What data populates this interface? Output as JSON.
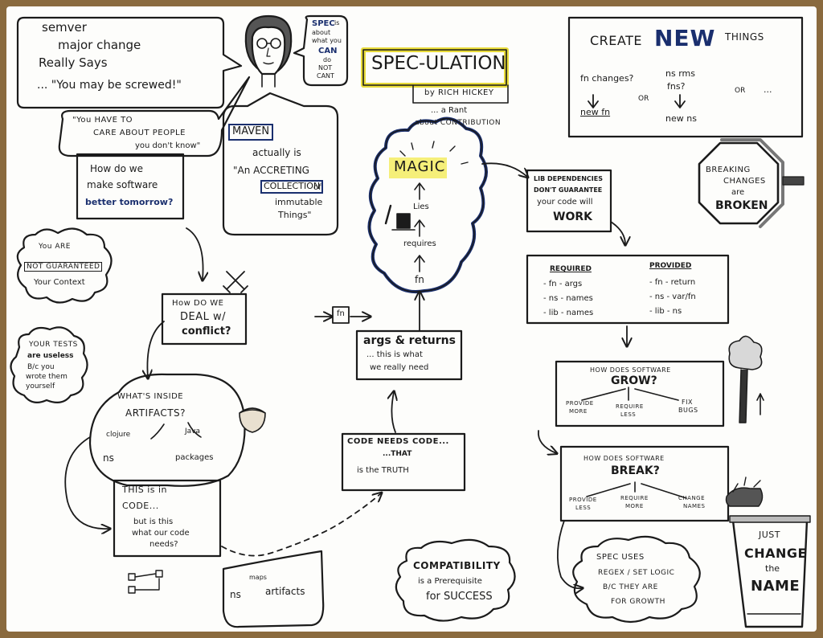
{
  "semver": {
    "l1": "semver",
    "l2": "major change",
    "l3": "Really Says",
    "l4": "... \"You may be screwed!\""
  },
  "spec_bubble": {
    "l1": "SPEC",
    "l2": "is",
    "l3": "about",
    "l4": "what you",
    "l5": "CAN",
    "l6": "do",
    "l7": "NOT",
    "l8": "CANT"
  },
  "people_quote": {
    "l1": "\"You HAVE TO",
    "l2": "CARE ABOUT PEOPLE",
    "l3": "you don't know\""
  },
  "title_box": {
    "title": "SPEC-ULATION",
    "byline": "by RICH HICKEY",
    "sub1": "... a Rant",
    "sub2": "about CONTRIBUTION"
  },
  "create_new": {
    "title_a": "CREATE",
    "title_b": "NEW",
    "title_c": "THINGS",
    "c1a": "fn changes?",
    "c1b": "new fn",
    "or1": "OR",
    "c2a": "ns rms",
    "c2b": "fns?",
    "c2c": "new ns",
    "or2": "OR",
    "dots": "..."
  },
  "better_tomorrow": {
    "l1": "How do we",
    "l2": "make software",
    "l3": "better tomorrow?"
  },
  "maven": {
    "label": "MAVEN",
    "l1": "actually is",
    "l2": "\"An ACCRETING",
    "l3": "COLLECTION",
    "l4": "of",
    "l5": "immutable",
    "l6": "Things\""
  },
  "magic_cloud": {
    "magic": "MAGIC",
    "lies": "Lies",
    "requires": "requires",
    "fn": "fn"
  },
  "lib_deps": {
    "l1": "LIB DEPENDENCIES",
    "l2": "DON'T GUARANTEE",
    "l3": "your code will",
    "l4": "WORK"
  },
  "breaking": {
    "l1": "BREAKING",
    "l2": "CHANGES",
    "l3": "are",
    "l4": "BROKEN"
  },
  "not_guaranteed": {
    "l1": "You ARE",
    "l2": "NOT GUARANTEED",
    "l3": "Your Context"
  },
  "tests": {
    "l1": "YOUR TESTS",
    "l2": "are useless",
    "l3": "B/c you",
    "l4": "wrote them",
    "l5": "yourself"
  },
  "conflict": {
    "l1": "How DO WE",
    "l2": "DEAL w/",
    "l3": "conflict?"
  },
  "fn_box": {
    "label": "fn"
  },
  "args": {
    "l1": "args & returns",
    "l2": "... this is what",
    "l3": "we really need"
  },
  "req_prov": {
    "req_head": "REQUIRED",
    "prov_head": "PROVIDED",
    "r1": "- fn - args",
    "r2": "- ns - names",
    "r3": "- lib - names",
    "p1": "- fn - return",
    "p2": "- ns - var/fn",
    "p3": "- lib - ns"
  },
  "grow": {
    "l1": "HOW DOES SOFTWARE",
    "l2": "GROW?",
    "b1a": "PROVIDE",
    "b1b": "MORE",
    "b2a": "REQUIRE",
    "b2b": "LESS",
    "b3a": "FIX",
    "b3b": "BUGS"
  },
  "inside": {
    "l1": "WHAT'S INSIDE",
    "l2": "ARTIFACTS?",
    "a": "clojure",
    "b": "Java",
    "c": "ns",
    "d": "packages"
  },
  "truth": {
    "l1": "CODE NEEDS CODE...",
    "l2": "...THAT",
    "l3": "is the TRUTH"
  },
  "code_box": {
    "l1": "THIS is in",
    "l2": "CODE...",
    "l3": "but is this",
    "l4": "what our code",
    "l5": "needs?"
  },
  "break": {
    "l1": "HOW DOES SOFTWARE",
    "l2": "BREAK?",
    "b1a": "PROVIDE",
    "b1b": "LESS",
    "b2a": "REQUIRE",
    "b2b": "MORE",
    "b3a": "CHANGE",
    "b3b": "NAMES"
  },
  "maps": {
    "ns": "ns",
    "maps": "maps",
    "artifacts": "artifacts"
  },
  "compat": {
    "l1": "COMPATIBILITY",
    "l2": "is a Prerequisite",
    "l3": "for SUCCESS"
  },
  "spec_uses": {
    "l1": "SPEC USES",
    "l2": "REGEX / SET LOGIC",
    "l3": "B/C THEY ARE",
    "l4": "FOR GROWTH"
  },
  "change_name": {
    "l1": "JUST",
    "l2": "CHANGE",
    "l3": "the",
    "l4": "NAME"
  },
  "colors": {
    "ink": "#1b1b1b",
    "blue": "#1a2f6e",
    "yellow": "#f2e94e",
    "grey": "#6a6a6a",
    "paper": "#fdfdfb"
  }
}
